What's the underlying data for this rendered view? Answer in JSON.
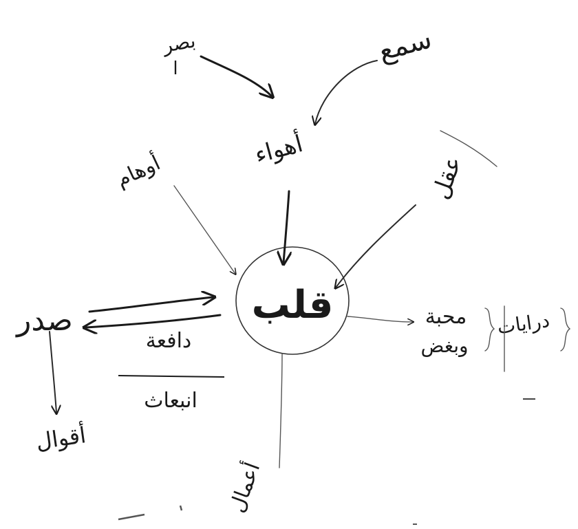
{
  "center": {
    "label": "قلب"
  },
  "top": {
    "label": "أهواء"
  },
  "top_right": {
    "label": "سمع"
  },
  "top_left": {
    "label": "بصر"
  },
  "upper_left": {
    "label": "أوهام"
  },
  "upper_right": {
    "label": "عقل"
  },
  "left": {
    "label": "صدر"
  },
  "left_below": {
    "label": "أقوال"
  },
  "arrow_label": {
    "line1": "دافعة",
    "line2": "انبعاث"
  },
  "right": {
    "line1": "محبة",
    "line2": "وبغض"
  },
  "right_brace": {
    "label": "درايات"
  },
  "bottom": {
    "label": "أعمال"
  },
  "colors": {
    "ink": "#1a1a1a",
    "background": "#ffffff"
  }
}
